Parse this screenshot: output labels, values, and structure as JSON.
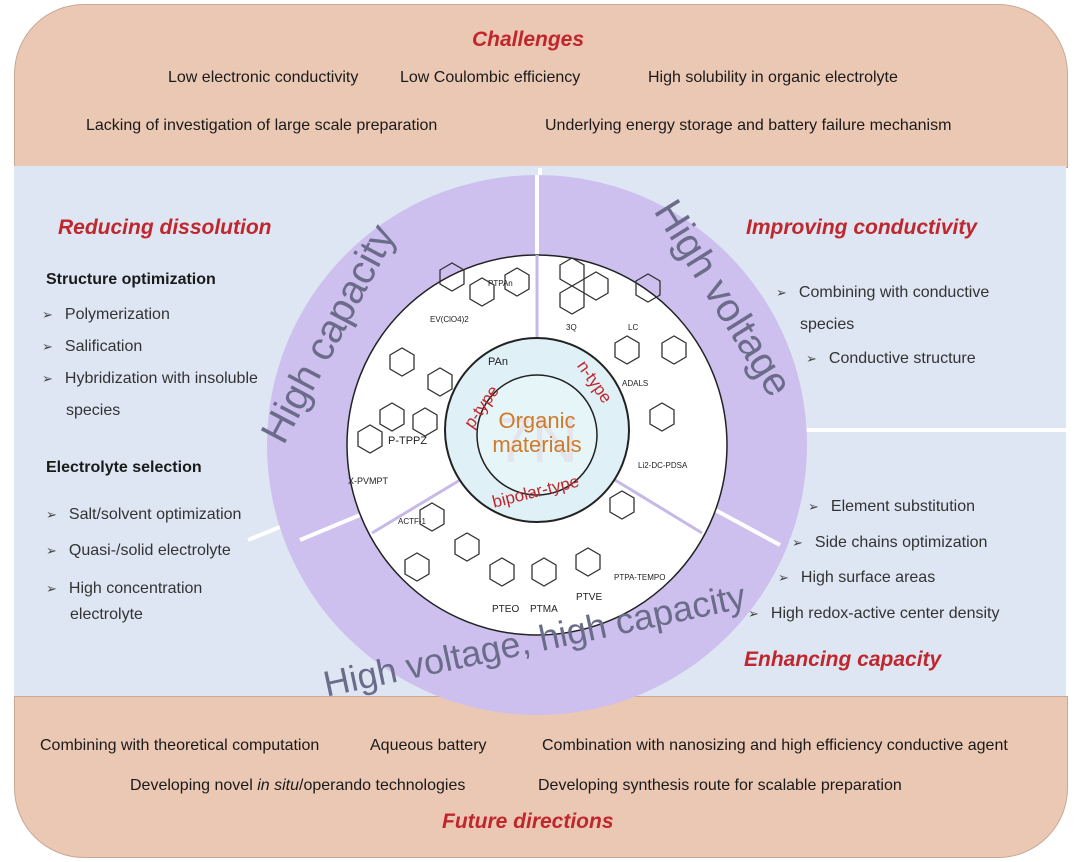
{
  "challenges": {
    "title": "Challenges",
    "items": [
      "Low electronic conductivity",
      "Low Coulombic efficiency",
      "High solubility in organic electrolyte",
      "Lacking of investigation of large scale preparation",
      "Underlying energy storage and battery failure mechanism"
    ]
  },
  "reducing": {
    "title": "Reducing dissolution",
    "structure": {
      "title": "Structure optimization",
      "items": [
        "Polymerization",
        "Salification",
        "Hybridization with insoluble",
        "species"
      ]
    },
    "electrolyte": {
      "title": "Electrolyte selection",
      "items": [
        "Salt/solvent optimization",
        "Quasi-/solid electrolyte",
        "High concentration",
        "electrolyte"
      ]
    }
  },
  "improving": {
    "title": "Improving conductivity",
    "items": [
      "Combining with conductive",
      "species",
      "Conductive structure"
    ]
  },
  "enhancing": {
    "title": "Enhancing capacity",
    "items": [
      "Element substitution",
      "Side chains optimization",
      "High surface areas",
      "High redox-active center density"
    ]
  },
  "wheel": {
    "outer_left": "High capacity",
    "outer_right": "High voltage",
    "outer_bottom": "High voltage, high capacity",
    "inner_p": "p-type",
    "inner_n": "n-type",
    "inner_bipolar": "bipolar-type",
    "center_line1": "Organic",
    "center_line2": "materials",
    "molecules": {
      "ev": "EV(ClO4)2",
      "ptpan": "PTPAn",
      "pan": "PAn",
      "ptppz": "P-TPPZ",
      "xpvmpt": "X-PVMPT",
      "q3": "3Q",
      "lc": "LC",
      "adals": "ADALS",
      "lidc": "Li2-DC-PDSA",
      "actf": "ACTF-1",
      "pteo": "PTEO",
      "ptma": "PTMA",
      "ptve": "PTVE",
      "ptpa": "PTPA-TEMPO"
    }
  },
  "future": {
    "title": "Future directions",
    "items": [
      "Combining with theoretical computation",
      "Aqueous battery",
      "Combination with nanosizing and high efficiency conductive agent",
      "Developing synthesis route for scalable preparation"
    ],
    "insitu_prefix": "Developing novel ",
    "insitu_italic": "in situ",
    "insitu_suffix": "/operando technologies"
  },
  "colors": {
    "band": "#ebc8b4",
    "mid": "#dde6f2",
    "ring": "#cdbfee",
    "heading": "#c0272d",
    "center": "#d07a2a"
  }
}
